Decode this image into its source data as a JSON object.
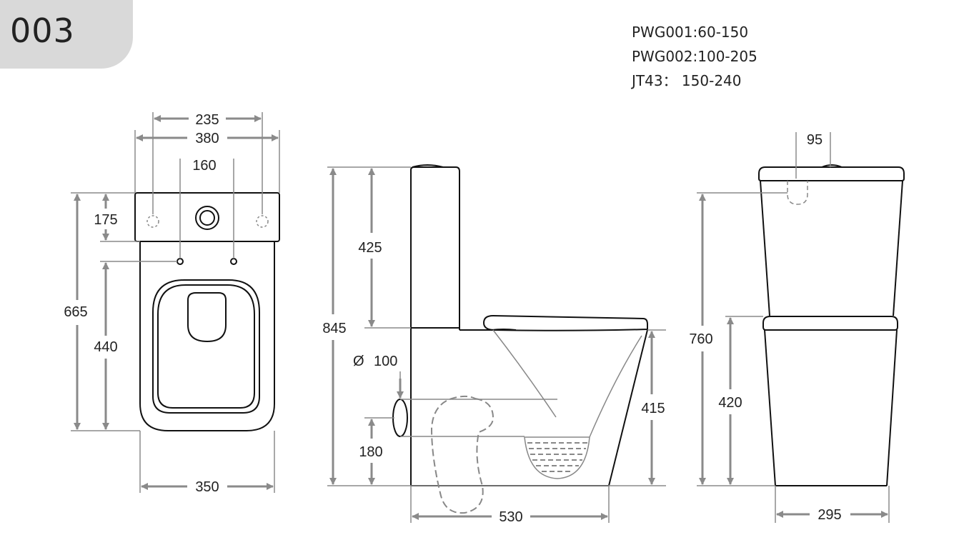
{
  "badge": {
    "number": "003"
  },
  "specs": [
    {
      "model": "PWG001",
      "range": ":60-150"
    },
    {
      "model": "PWG002",
      "range": ":100-205"
    },
    {
      "model": "JT43",
      "range": "：  150-240"
    }
  ],
  "front_view": {
    "dims": {
      "top_width": "235",
      "tank_width": "380",
      "hole_spacing": "160",
      "tank_height": "175",
      "total_height": "665",
      "bowl_height": "440",
      "base_width": "350"
    }
  },
  "side_view": {
    "dims": {
      "total_height": "845",
      "tank_height": "425",
      "outlet_symbol": "Ø",
      "outlet_diameter": "100",
      "seat_height": "415",
      "outlet_height": "180",
      "depth": "530"
    }
  },
  "rear_view": {
    "dims": {
      "inlet_offset": "95",
      "total_height": "760",
      "bowl_height": "420",
      "base_width": "295"
    }
  },
  "colors": {
    "line": "#111111",
    "dim": "#8a8a8a",
    "hidden": "#888888",
    "badge": "#d9d9d9"
  }
}
